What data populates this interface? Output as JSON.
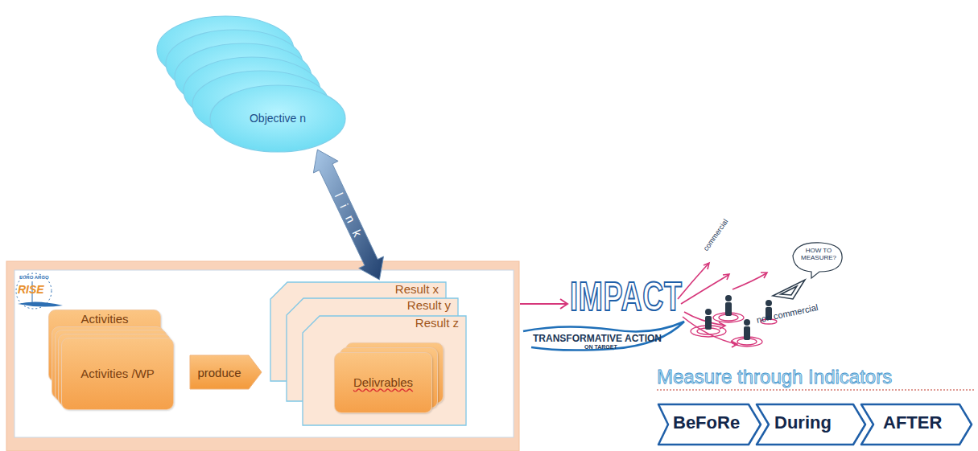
{
  "diagram": {
    "nodes": [
      {
        "text": [
          "Objective n"
        ]
      },
      {
        "text": [
          "Activities"
        ]
      },
      {
        "text": [
          "Activities /WP"
        ]
      },
      {
        "text": [
          "Result x"
        ]
      },
      {
        "text": [
          "Result y"
        ]
      },
      {
        "text": [
          "Result z"
        ]
      },
      {
        "text": [
          "Delivrables"
        ],
        "in": 5
      }
    ],
    "edges": [
      {
        "from": 0,
        "to": 3,
        "label": "link",
        "arrow": "both"
      },
      {
        "from": 2,
        "to": 5,
        "label": "produce",
        "arrow": "to"
      }
    ],
    "labels": [
      "EURO ARGO",
      "RISE",
      "IMPACT",
      "TRANSFORMATIVE ACTION",
      "ON TARGET",
      "commercial",
      "non commercial",
      "HOW TO MEASURE?",
      "Measure through Indicators",
      "BeFoRe",
      "During",
      "AFTER"
    ]
  }
}
